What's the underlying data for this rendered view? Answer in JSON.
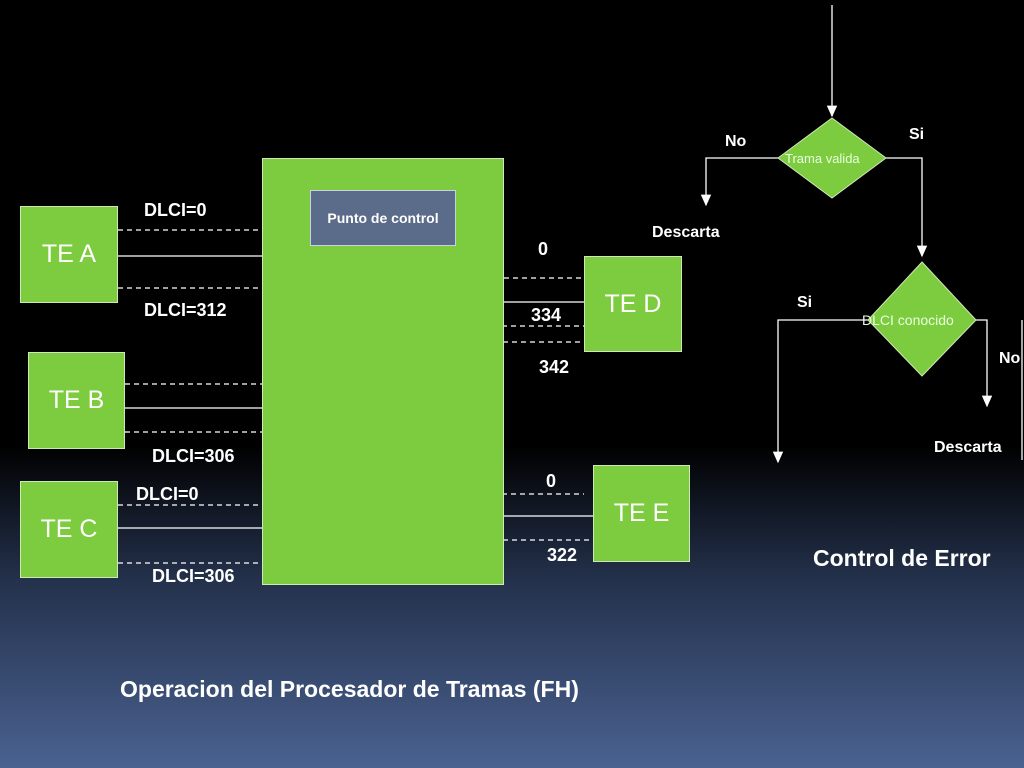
{
  "frame_handler": {
    "terminals": {
      "te_a": "TE A",
      "te_b": "TE B",
      "te_c": "TE C",
      "te_d": "TE D",
      "te_e": "TE E"
    },
    "control_point": "Punto de control",
    "dlci_labels": {
      "a_top": "DLCI=0",
      "a_bottom": "DLCI=312",
      "b_bottom": "DLCI=306",
      "c_top": "DLCI=0",
      "c_bottom": "DLCI=306"
    },
    "port_numbers": {
      "d_0": "0",
      "d_334": "334",
      "d_342": "342",
      "e_0": "0",
      "e_322": "322"
    },
    "title": "Operacion del Procesador de Tramas (FH)"
  },
  "error_control": {
    "decision_valid": "Trama valida",
    "decision_dlci": "DLCI conocido",
    "yes_1": "Si",
    "no_1": "No",
    "discard_1": "Descarta",
    "yes_2": "Si",
    "no_2": "No",
    "discard_2": "Descarta",
    "title": "Control de Error"
  },
  "colors": {
    "box_green": "#7dcc3f",
    "control_box": "#5b6b8a",
    "background_top": "#000000",
    "background_bottom": "#4a6291"
  }
}
